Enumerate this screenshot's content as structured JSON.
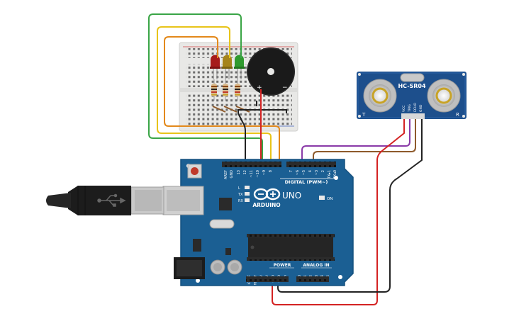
{
  "sensor": {
    "model": "HC-SR04",
    "pins": [
      "VCC",
      "TRIG",
      "ECHO",
      "GND"
    ],
    "side_left": "T",
    "side_right": "R"
  },
  "board": {
    "brand": "ARDUINO",
    "model": "UNO",
    "digital_label": "DIGITAL (PWM~)",
    "power_label": "POWER",
    "analog_label": "ANALOG IN",
    "on_label": "ON",
    "led_labels": [
      "L",
      "TX",
      "RX"
    ],
    "digital_pins": [
      "AREF",
      "GND",
      "13",
      "12",
      "~11",
      "~10",
      "~9",
      "8",
      "7",
      "~6",
      "~5",
      "4",
      "~3",
      "2",
      "TX▸1",
      "RX◂0"
    ],
    "power_pins": [
      "IOREF",
      "RESET",
      "3.3V",
      "5V",
      "GND",
      "GND",
      "Vin"
    ],
    "analog_pins": [
      "A0",
      "A1",
      "A2",
      "A3",
      "A4",
      "A5"
    ]
  },
  "buzzer": {
    "plus": "+",
    "minus": "−"
  },
  "colors": {
    "board_blue": "#1b5f93",
    "board_dark": "#15507e",
    "breadboard": "#e8e8e6",
    "sensor_blue": "#1d4f8c",
    "wire_green": "#3aa546",
    "wire_yellow": "#e8c41a",
    "wire_orange": "#e3891b",
    "wire_black": "#222222",
    "wire_red": "#d42323",
    "wire_purple": "#8a3aa8",
    "wire_brown": "#8e5a2b",
    "led_red": "#a61b1b",
    "led_yellow": "#a5841c",
    "led_green": "#2f9a2e"
  }
}
